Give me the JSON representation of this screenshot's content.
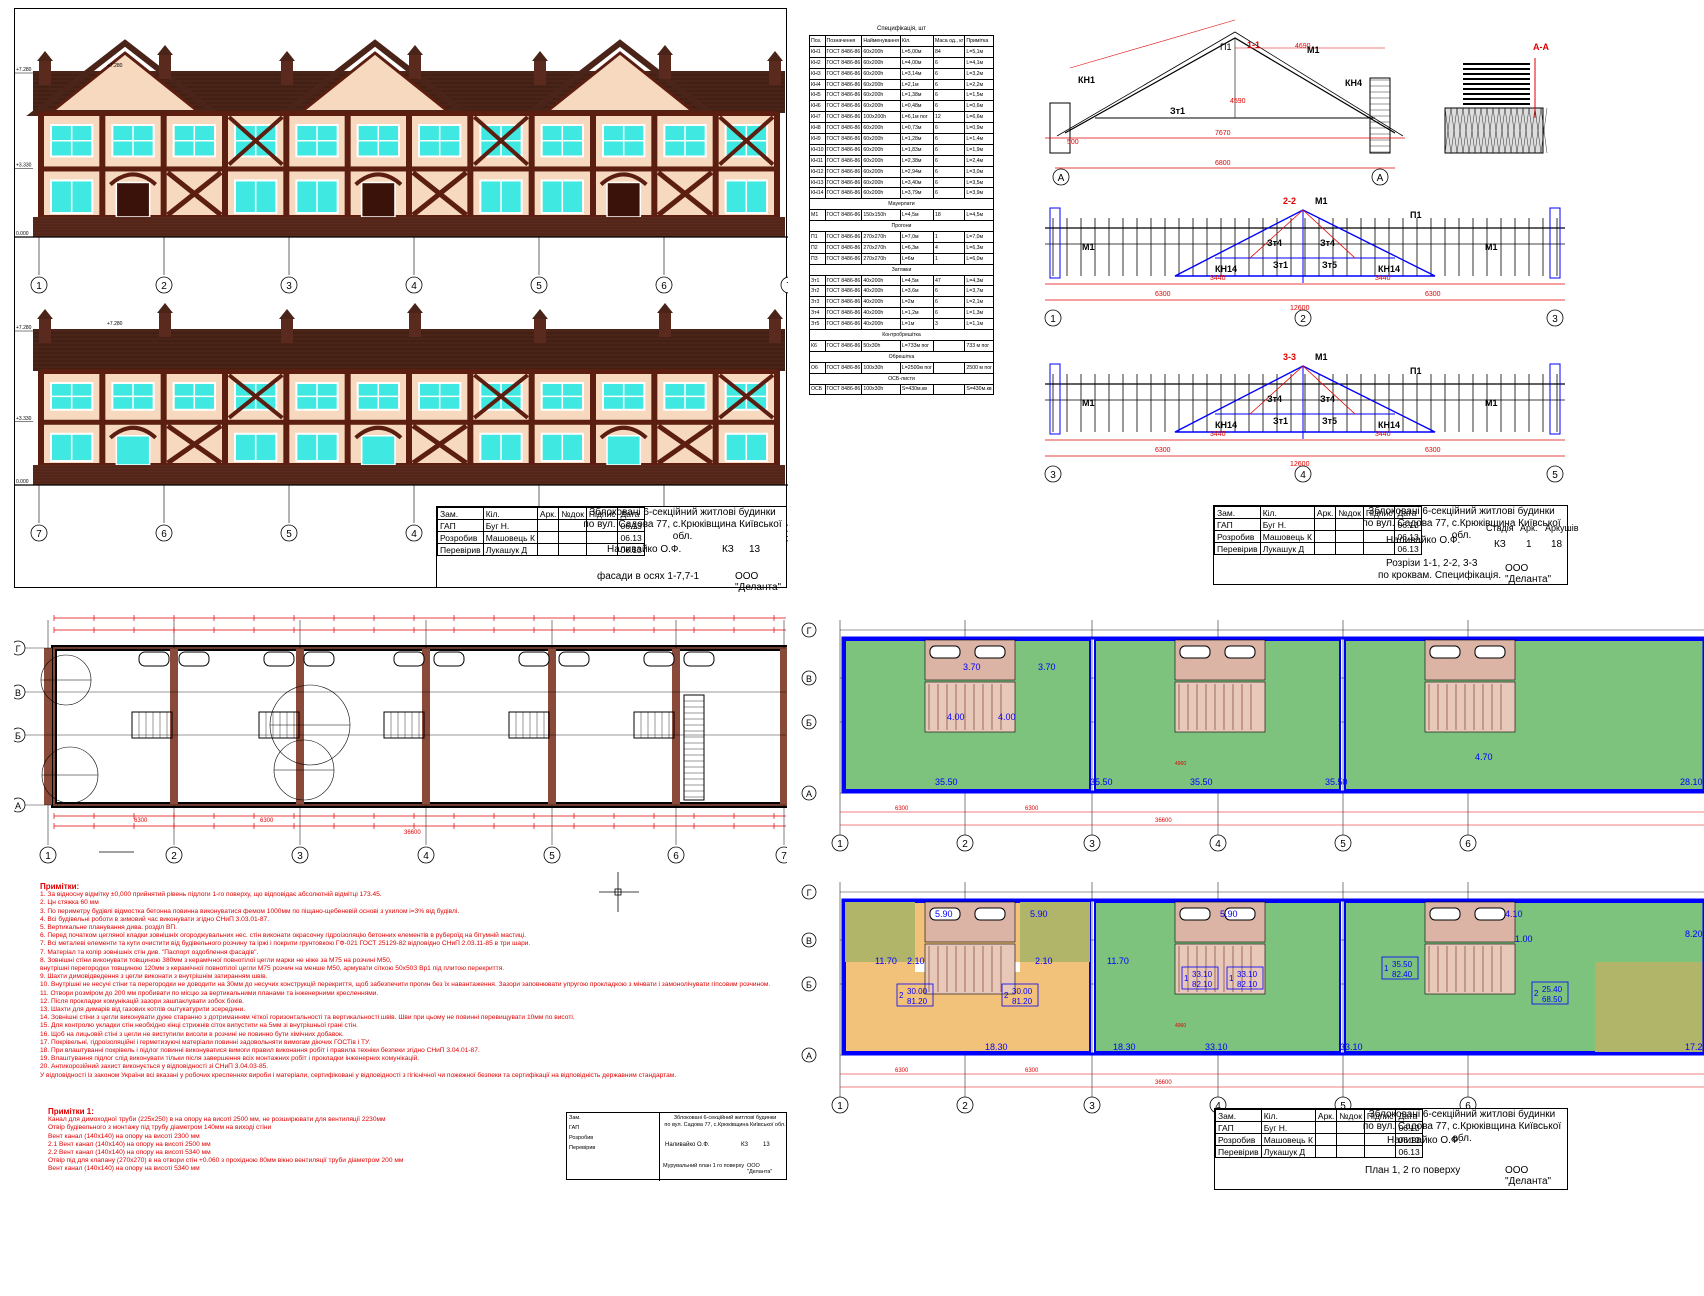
{
  "project": {
    "title_line1": "Зблоковані 6-секційний житлові будинки",
    "title_line2": "по вул. Садова 77, с.Крюківщина Київської обл.",
    "title_line2_q2": "по вул. Садова 77, с.Крюківщина Київської обл.",
    "author": "Наливайко О.Ф.",
    "company": "ООО \"Деланта\"",
    "roles": [
      {
        "role": "Зам.",
        "c2": "Кіл.",
        "c3": "Арк.",
        "c4": "№док",
        "c5": "Підпис",
        "c6": "Дата"
      },
      {
        "role": "ГАП",
        "c2": "Буг Н.",
        "date": "06.13"
      },
      {
        "role": "Розробив",
        "c2": "Машовець К",
        "date": "06.13"
      },
      {
        "role": "Перевірив",
        "c2": "Лукашук Д",
        "date": "06.13"
      }
    ],
    "stage_header": {
      "stage": "Стадія",
      "sheet": "Арк.",
      "sheets": "Аркушів"
    }
  },
  "q1": {
    "sheet_name": "фасади в осях 1-7,7-1",
    "stage": "КЗ",
    "sheet_no": "13",
    "axes_top": [
      "1",
      "2",
      "3",
      "4",
      "5",
      "6",
      "7"
    ],
    "axes_bottom": [
      "7",
      "6",
      "5",
      "4",
      "3",
      "2",
      "1"
    ],
    "levels": [
      "+7.280",
      "+3.330",
      "0.000"
    ]
  },
  "q2": {
    "sheet_name_l1": "Розрізи 1-1, 2-2, 3-3",
    "sheet_name_l2": "по кроквам. Специфікація.",
    "stage": "КЗ",
    "sheet_no": "1",
    "sheets": "18",
    "section_titles": [
      "1-1",
      "2-2",
      "3-3",
      "А-А"
    ],
    "labels": [
      "КН1",
      "П1",
      "М1",
      "КН4",
      "Зт1",
      "Зт4",
      "Зт5",
      "КН14"
    ],
    "dims": [
      "7670",
      "6800",
      "3440",
      "6300",
      "12600",
      "4590",
      "4690",
      "500"
    ],
    "axes": [
      "А",
      "1",
      "2",
      "3",
      "4",
      "5"
    ],
    "spec_title": "Специфікація, шт",
    "spec_headers": [
      "Поз.",
      "Позначення",
      "Найменування",
      "Кіл.",
      "Маса од., кг",
      "Примітка"
    ],
    "spec_rows": [
      [
        "КН1",
        "ГОСТ 8486-86",
        "60х200h",
        "L=5,00м",
        "84",
        "L=5,1м"
      ],
      [
        "КН2",
        "ГОСТ 8486-86",
        "60х200h",
        "L=4,00м",
        "6",
        "L=4,1м"
      ],
      [
        "КН3",
        "ГОСТ 8486-86",
        "60х200h",
        "L=3,14м",
        "6",
        "L=3,2м"
      ],
      [
        "КН4",
        "ГОСТ 8486-86",
        "60х200h",
        "L=2,1м",
        "6",
        "L=2,2м"
      ],
      [
        "КН5",
        "ГОСТ 8486-86",
        "60х200h",
        "L=1,38м",
        "6",
        "L=1,5м"
      ],
      [
        "КН6",
        "ГОСТ 8486-86",
        "60х200h",
        "L=0,48м",
        "6",
        "L=0,6м"
      ],
      [
        "КН7",
        "ГОСТ 8486-86",
        "100х200h",
        "L=6,1м пог",
        "12",
        "L=6,6м"
      ],
      [
        "КН8",
        "ГОСТ 8486-86",
        "60х200h",
        "L=0,73м",
        "6",
        "L=0,9м"
      ],
      [
        "КН9",
        "ГОСТ 8486-86",
        "60х200h",
        "L=1,28м",
        "6",
        "L=1,4м"
      ],
      [
        "КН10",
        "ГОСТ 8486-86",
        "60х200h",
        "L=1,83м",
        "6",
        "L=1,9м"
      ],
      [
        "КН11",
        "ГОСТ 8486-86",
        "60х200h",
        "L=2,38м",
        "6",
        "L=2,4м"
      ],
      [
        "КН12",
        "ГОСТ 8486-86",
        "60х200h",
        "L=2,94м",
        "6",
        "L=3,0м"
      ],
      [
        "КН13",
        "ГОСТ 8486-86",
        "60х200h",
        "L=3,40м",
        "6",
        "L=3,5м"
      ],
      [
        "КН14",
        "ГОСТ 8486-86",
        "60х200h",
        "L=3,79м",
        "6",
        "L=3,9м"
      ],
      [
        "Мауерлати",
        "",
        "",
        "",
        "",
        ""
      ],
      [
        "М1",
        "ГОСТ 8486-86",
        "150х150h",
        "L=4,5м",
        "18",
        "L=4,5м"
      ],
      [
        "Прогони",
        "",
        "",
        "",
        "",
        ""
      ],
      [
        "П1",
        "ГОСТ 8486-86",
        "270х270h",
        "L=7,0м",
        "1",
        "L=7,0м"
      ],
      [
        "П2",
        "ГОСТ 8486-86",
        "270х270h",
        "L=6,3м",
        "4",
        "L=6,3м"
      ],
      [
        "П3",
        "ГОСТ 8486-86",
        "270х270h",
        "L=6м",
        "1",
        "L=6,0м"
      ],
      [
        "Затяжки",
        "",
        "",
        "",
        "",
        ""
      ],
      [
        "Зт1",
        "ГОСТ 8486-86",
        "40х200h",
        "L=4,5м",
        "47",
        "L=4,3м"
      ],
      [
        "Зт2",
        "ГОСТ 8486-86",
        "40х200h",
        "L=3,6м",
        "6",
        "L=3,7м"
      ],
      [
        "Зт3",
        "ГОСТ 8486-86",
        "40х200h",
        "L=2м",
        "6",
        "L=2,1м"
      ],
      [
        "Зт4",
        "ГОСТ 8486-86",
        "40х200h",
        "L=1,2м",
        "6",
        "L=1,3м"
      ],
      [
        "Зт5",
        "ГОСТ 8486-86",
        "40х200h",
        "L=1м",
        "3",
        "L=1,1м"
      ],
      [
        "Контробрешітка",
        "",
        "",
        "",
        "",
        ""
      ],
      [
        "К6",
        "ГОСТ 8486-86",
        "50х30h",
        "L=733м пог",
        "",
        "733 м пог"
      ],
      [
        "Обрешітка",
        "",
        "",
        "",
        "",
        ""
      ],
      [
        "О6",
        "ГОСТ 8486-86",
        "100х30h",
        "L=2500м пог",
        "",
        "2500 м пог"
      ],
      [
        "ОСБ-листи",
        "",
        "",
        "",
        "",
        ""
      ],
      [
        "ОСБ",
        "ГОСТ 8486-86",
        "100х30h",
        "S=430м.кв",
        "",
        "S=430м.кв"
      ]
    ]
  },
  "q3": {
    "sheet_name": "Мурувальний план 1 го поверху",
    "stage": "КЗ",
    "sheet_no": "13",
    "axes_v": [
      "Г",
      "В",
      "Б",
      "А"
    ],
    "axes_h": [
      "1",
      "2",
      "3",
      "4",
      "5",
      "6",
      "7"
    ],
    "dims": [
      "6300",
      "6300",
      "36600"
    ],
    "notes_title": "Примітки:",
    "notes": [
      "1. За відносну відмітку ±0,000 прийнятий рівень підлоги 1-го поверху, що відповідає абсолютній відмітці 173.45.",
      "2. Цн стяжка 60 мм",
      "3. По периметру будівлі відмостка бетонна повинна виконуватися фемом 1000мм по піщано-щебеневій основі з ухилом i=3% від будівлі.",
      "4. Всі будівельні роботи в зимовий час виконувати згідно СНиП 3.03.01-87.",
      "5. Вертикальне планування дива. розділ ВП.",
      "6. Перед початком цегляної кладки зовнішніх огороджувальних нес. стін виконати окрасочну гідроізоляцію бетонних елементів в рубероїд на бітумній мастиці.",
      "7. Всі металеві елементи та кути очистити від будівельного розчину та іржі і покрити грунтовкою ГФ-021 ГОСТ 25129-82 відповідно СНиП 2.03.11-85 в три шари.",
      "7. Матеріал та колір зовнішніх стін див. \"Паспорт оздоблення фасадів\".",
      "8. Зовнішні стіни виконувати товщиною 380мм з керамічної повнотілої цегли марки не ніже за М75 на розчині М50,",
      "внутрішні перегородки товщиною 120мм з керамічної повнотілої цегли М75 розчин на менше М50, армувати сіткою 50х50З Вр1 під плитою перекриття.",
      "9. Шахти димовідведення з цегли виконати з внутрішнім затиранням швів.",
      "10. Внутрішні не несучі стіни та перегородки не доводити на 30мм до несучих конструкцій перекриття, щоб забезпечити прогин без їх навантаження. Зазори заповнювати упругою прокладкою з мінвати і замонолічувати гіпсовим розчином.",
      "11. Отвори розміром до 200 мм пробивати по місцю за вертикальними планами та інженерними кресленнями.",
      "12. Після прокладки комунікацій зазори зашпаклувати зобох боків.",
      "13. Шахти для димарів від газових котлів оштукатурити зсередини.",
      "14. Зовнішні стіни з цегли виконувати дуже старанно з дотриманням чіткої горизонтальності та вертикальності швів. Шви при цьому не повинні перевищувати 10мм по висоті.",
      "15. Для контролю укладки стін необхідно кінці стрижнів сіток випустити на 5мм зі внутрішньої грані стін.",
      "16. Щоб на лицьовій стіні з цегли не виступили висоли в розчині не повинно бути хімічних добавок.",
      "17. Покрівельні, гідроізоляційні і герметизуючі матеріали повинні задовольняти вимогам діючих ГОСТів і ТУ.",
      "18. При влаштуванні покрівель і підлог повинні виконуватися вимоги правил виконання робіт і правила техніки безпеки згідно СНиП 3.04.01-87.",
      "19. Влаштування підлог слід виконувати тільки після завершення всіх монтажних робіт і прокладки інженерних комунікацій.",
      "20. Антикорозійний захист виконується у відповідності зі СНиП 3.04.03-85.",
      "У відповідності із законом України всі вказані у робочих кресленнях вироби і матеріали, сертифіковані у відповідності з гігієнічної чи пожежної безпеки та сертифікації на відповідність державним стандартам."
    ],
    "notes2_title": "Примітки 1:",
    "notes2": [
      "Канал для димоходної труби (225х250) в на опору на висоті 2500 мм, не розширювати для вентиляції 2230мм",
      "Отвір будівельного з монтажу під трубу діаметром 140мм на виході стіни",
      "Вент канал (140х140) на опору на висоті 2300 мм",
      "2.1 Вент канал (140х140) на опору на висоті 2500 мм",
      "2.2 Вент канал (140х140) на опору на висоті 5340 мм",
      "Отвір під для клапану (270х270) в на отвори стін +0.060 з прохідною 80мм вікно вентиляції труби діаметром 200 мм",
      "Вент канал (140х140) на опору на висоті 5340 мм"
    ]
  },
  "q4": {
    "sheet_name": "План 1, 2 го поверху",
    "stage": "",
    "axes_v": [
      "Г",
      "В",
      "Б",
      "А"
    ],
    "axes_h": [
      "1",
      "2",
      "3",
      "4",
      "5",
      "6"
    ],
    "areas_floor1": [
      "3.70",
      "3.70",
      "4.00",
      "4.00",
      "35.50",
      "35.50",
      "35.50",
      "35.50",
      "4.70",
      "28.10"
    ],
    "areas_floor2": [
      "5.90",
      "5.90",
      "11.70",
      "11.70",
      "2.10",
      "2.10",
      "18.30",
      "18.30",
      "5.90",
      "33.10",
      "33.10",
      "4.10",
      "8.20",
      "17.20",
      "1.00"
    ],
    "dims": [
      "6300",
      "6300",
      "36600",
      "4960"
    ],
    "apt_labels": [
      {
        "n": "2",
        "a": "30.00",
        "b": "81.20"
      },
      {
        "n": "2",
        "a": "30.00",
        "b": "81.20"
      },
      {
        "n": "1",
        "a": "33.10",
        "b": "82.10"
      },
      {
        "n": "1",
        "a": "33.10",
        "b": "82.10"
      },
      {
        "n": "1",
        "a": "35.50",
        "b": "82.40"
      },
      {
        "n": "2",
        "a": "25.40",
        "b": "68.50"
      }
    ]
  },
  "colors": {
    "brick": "#5a2a1e",
    "roof": "#4a2418",
    "stucco": "#f7d9bf",
    "glass": "#3fe8e0",
    "timber": "#5b1e10",
    "dim_red": "#e00000",
    "axis_blue": "#0000ff",
    "plan_green": "#7dc27d",
    "plan_pink": "#dbb4a5",
    "plan_orange": "#f3c27a",
    "plan_olive": "#b0b56a"
  }
}
